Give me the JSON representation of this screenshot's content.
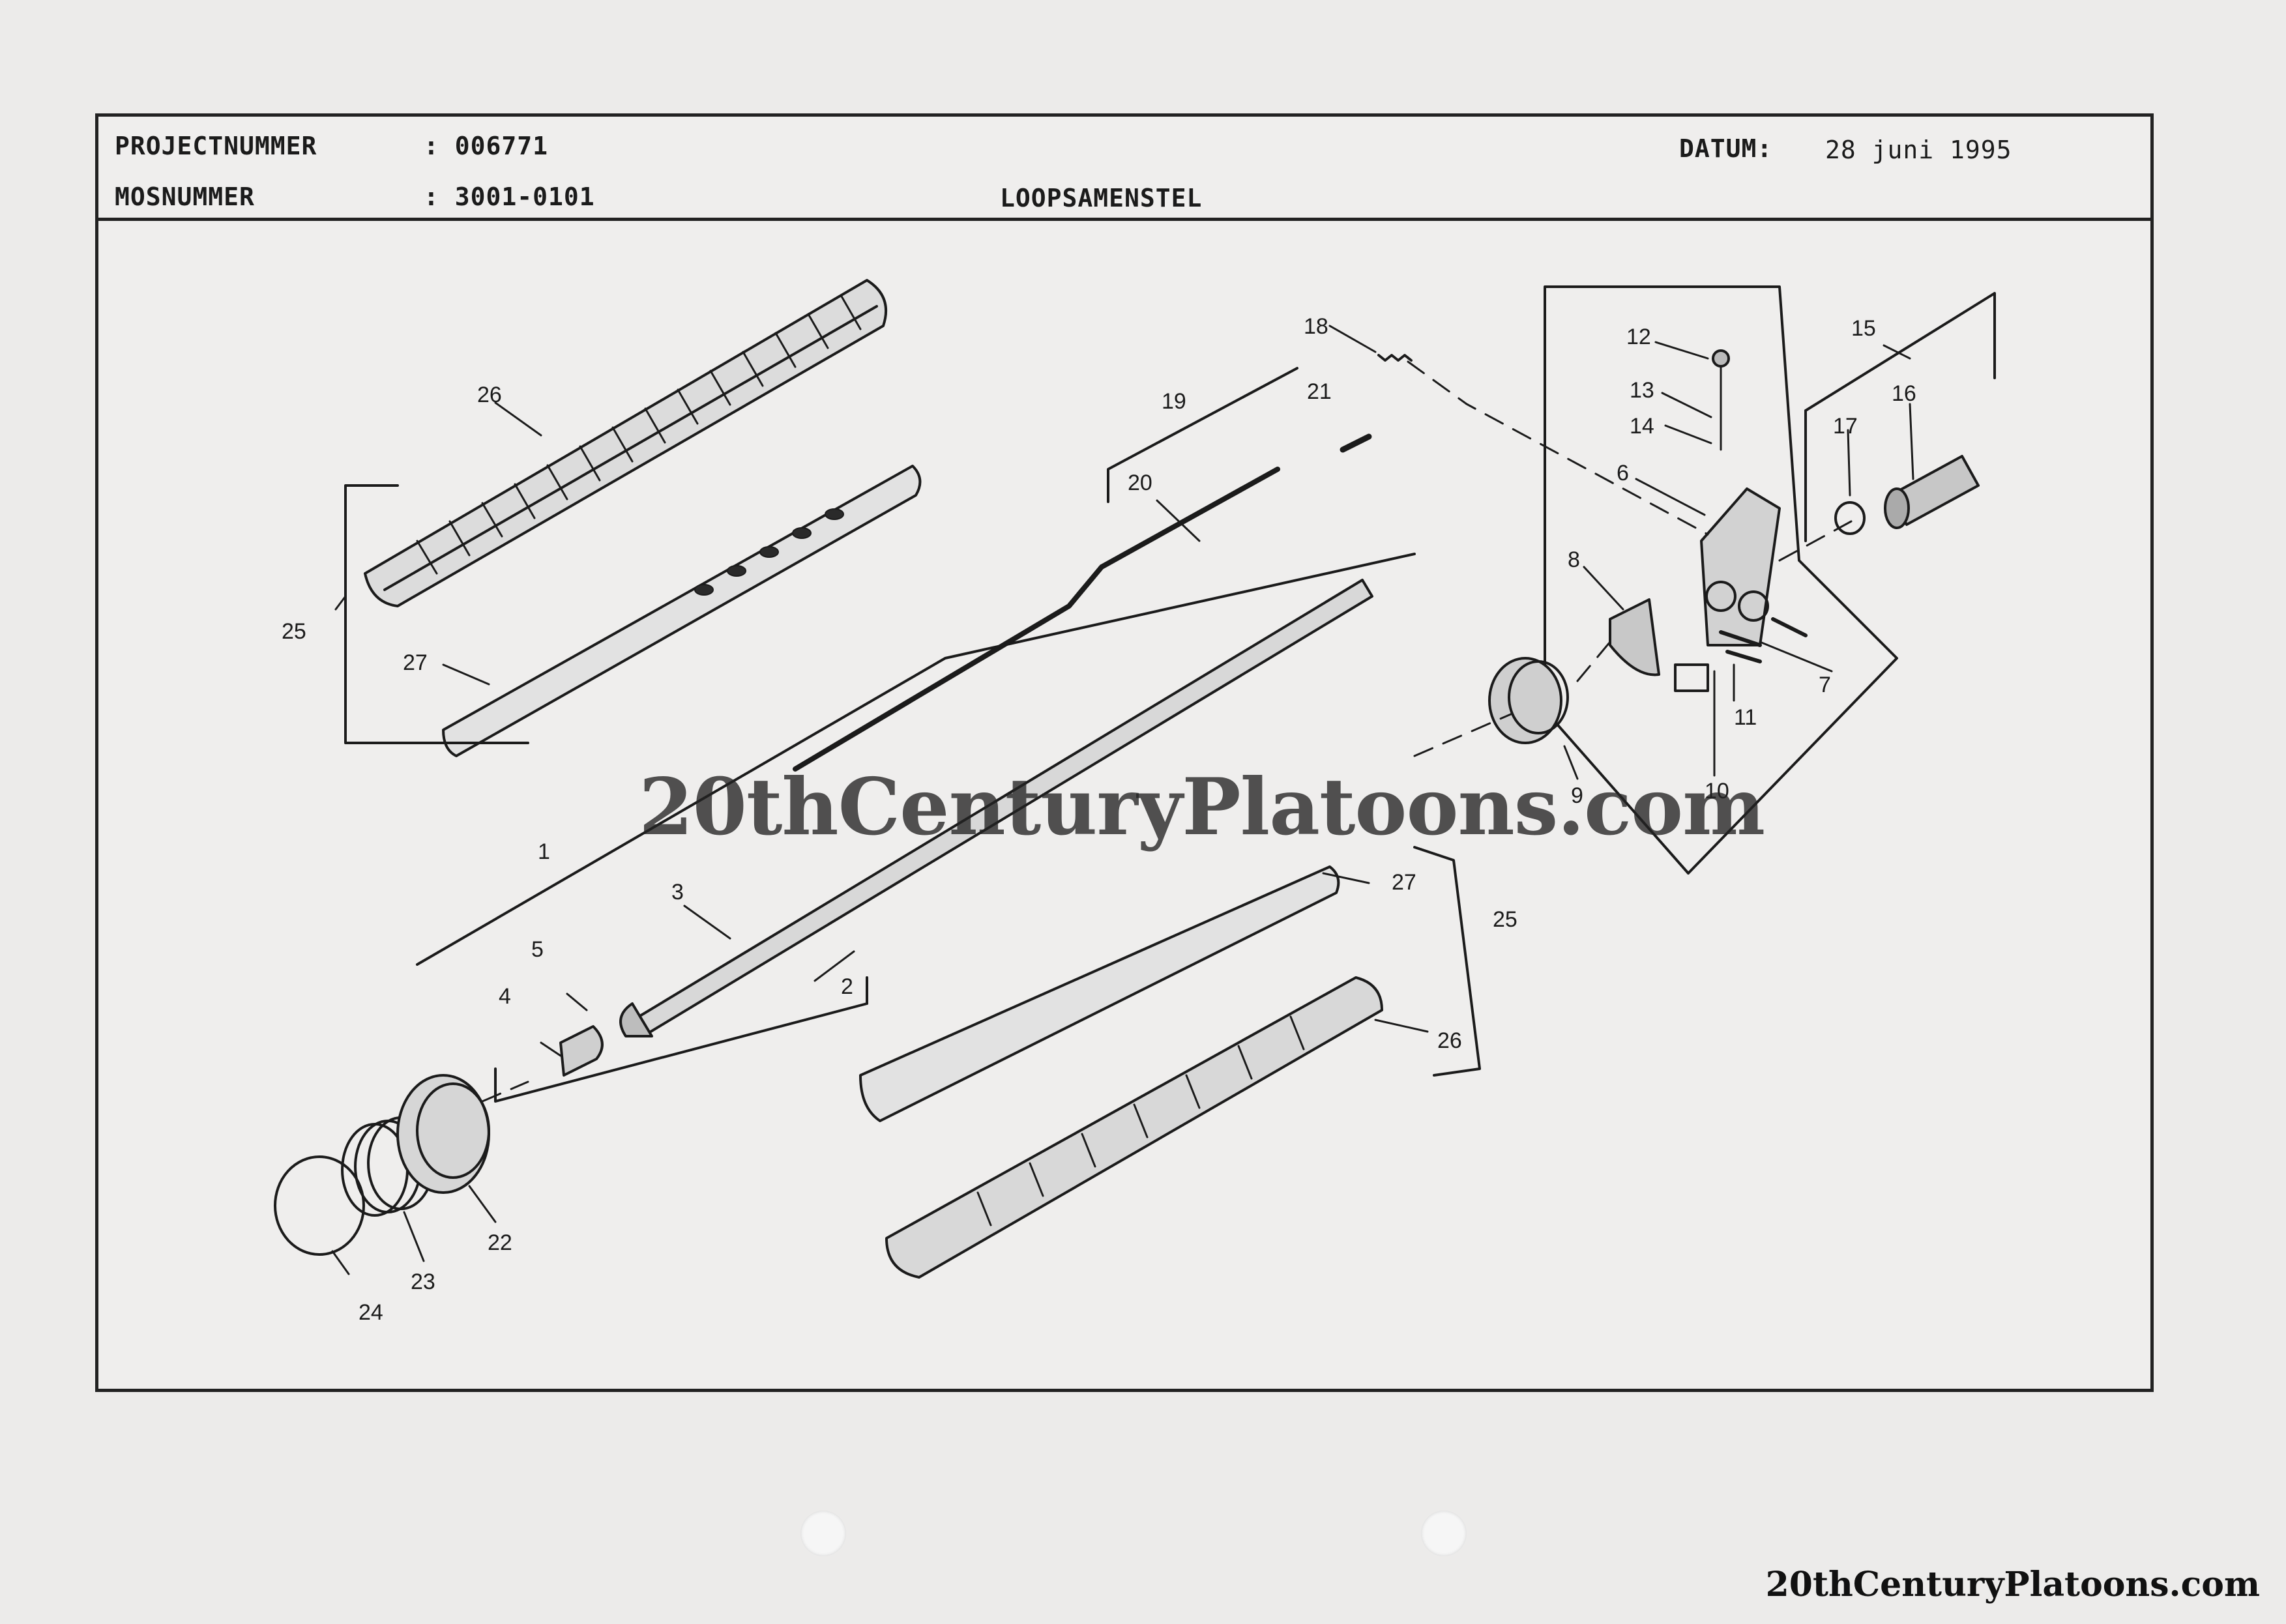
{
  "header": {
    "project_label": "PROJECTNUMMER",
    "project_value": ": 006771",
    "mos_label": "MOSNUMMER",
    "mos_value": ": 3001-0101",
    "date_label": "DATUM:",
    "date_value": "28 juni 1995",
    "assembly_title": "LOOPSAMENSTEL"
  },
  "callouts": {
    "c1": "1",
    "c2": "2",
    "c3": "3",
    "c4": "4",
    "c5": "5",
    "c6": "6",
    "c7": "7",
    "c8": "8",
    "c9": "9",
    "c10": "10",
    "c11": "11",
    "c12": "12",
    "c13": "13",
    "c14": "14",
    "c15": "15",
    "c16": "16",
    "c17": "17",
    "c18": "18",
    "c19": "19",
    "c20": "20",
    "c21": "21",
    "c22": "22",
    "c23": "23",
    "c24": "24",
    "c25a": "25",
    "c25b": "25",
    "c26a": "26",
    "c26b": "26",
    "c27a": "27",
    "c27b": "27"
  },
  "watermark": {
    "center": "20thCenturyPlatoons.com",
    "corner": "20thCenturyPlatoons.com"
  },
  "colors": {
    "ink": "#1b1b1b",
    "paper": "#ecebea"
  }
}
